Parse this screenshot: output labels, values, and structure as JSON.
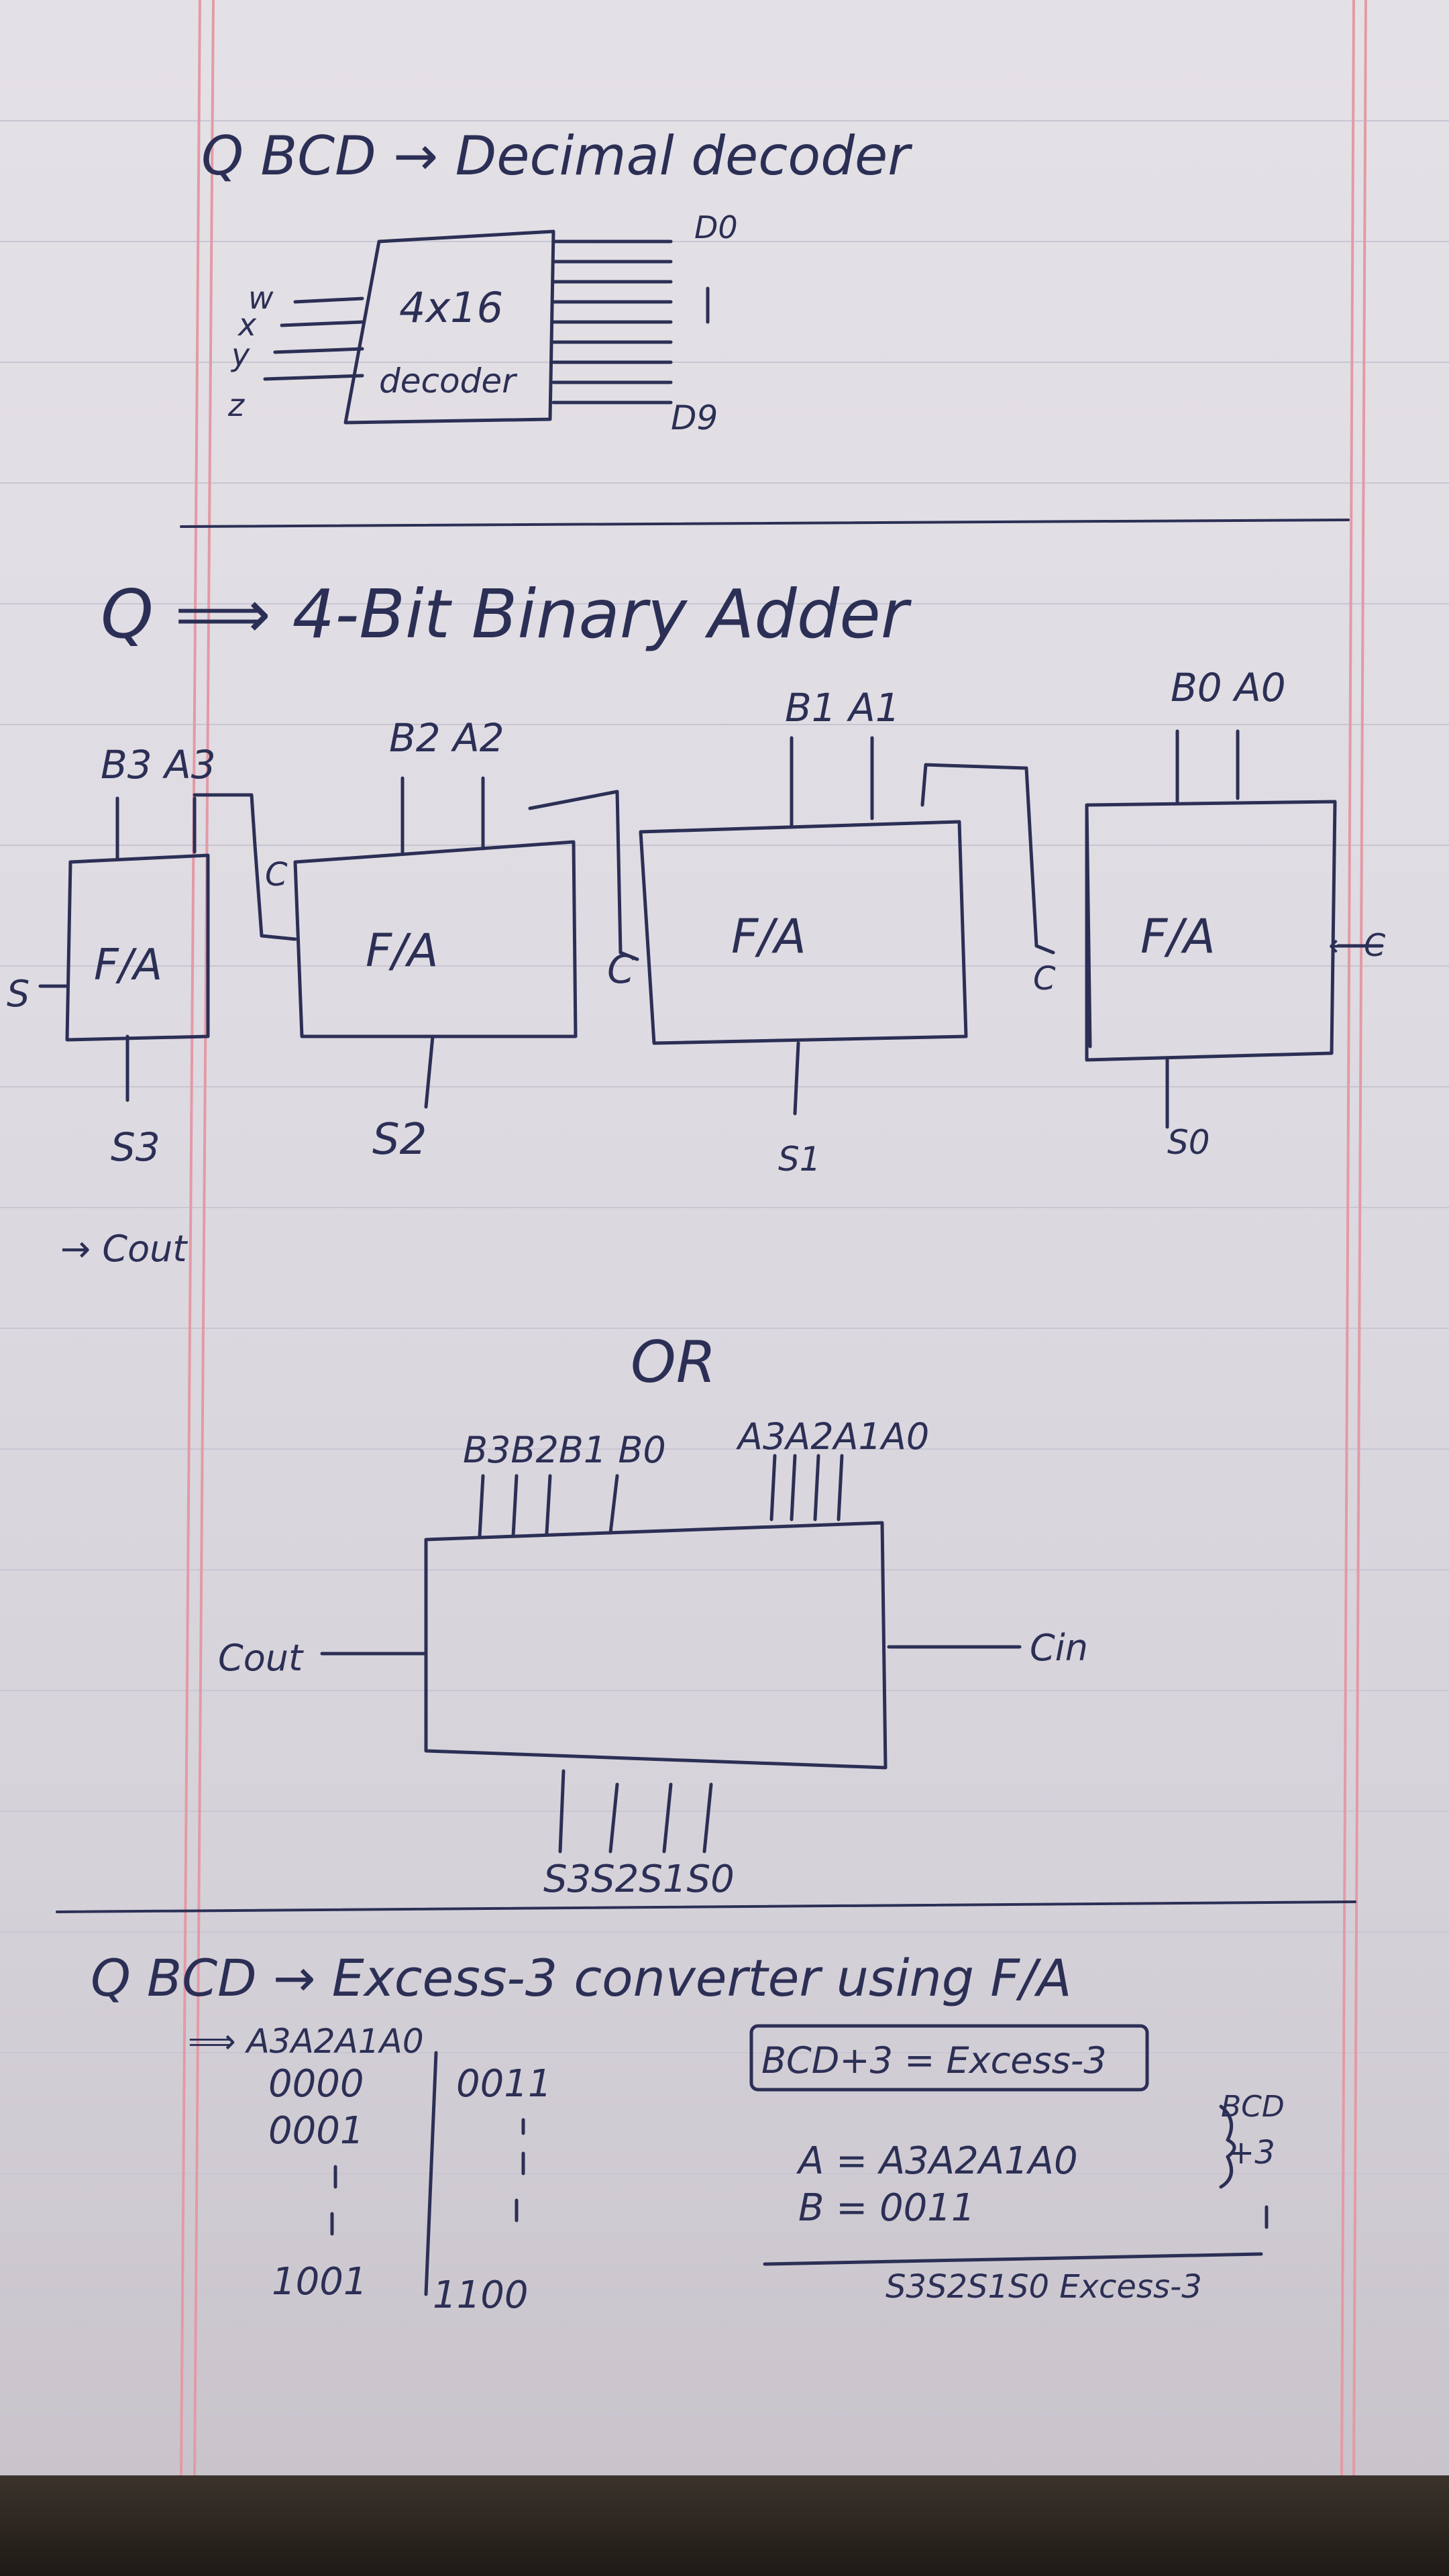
{
  "section1": {
    "question": "Q  BCD → Decimal decoder",
    "inputs": [
      "w",
      "x",
      "y",
      "z"
    ],
    "box_line1": "4x16",
    "box_line2": "decoder",
    "out_top": "D0",
    "out_bottom": "D9"
  },
  "section2": {
    "question": "Q ⟹  4-Bit  Binary  Adder",
    "blocks": [
      {
        "inputs": "B3  A3",
        "label": "F/A",
        "sum": "S3"
      },
      {
        "inputs": "B2  A2",
        "label": "F/A",
        "sum": "S2"
      },
      {
        "inputs": "B1  A1",
        "label": "F/A",
        "sum": "S1"
      },
      {
        "inputs": "B0  A0",
        "label": "F/A",
        "sum": "S0"
      }
    ],
    "carry_labels": [
      "C",
      "C",
      "C"
    ],
    "cin_label": "← C",
    "cout_left": "S",
    "cout_note": "→ Cout",
    "or_text": "OR",
    "b_bus": "B3B2B1 B0",
    "a_bus": "A3A2A1A0",
    "cout_label": "Cout",
    "cin_label2": "Cin",
    "s_bus": "S3S2S1S0"
  },
  "section3": {
    "question": "Q  BCD → Excess-3  converter using F/A",
    "header": "⟹ A3A2A1A0",
    "row_first_left": "0000",
    "row_first_right": "0011",
    "row_second_left": "0001",
    "row_last_left": "1001",
    "row_last_right": "1100",
    "boxed": "BCD+3 = Excess-3",
    "line_a": "A = A3A2A1A0",
    "line_b": "B = 0011",
    "brace_top": "BCD",
    "brace_bottom": "+3",
    "result": "S3S2S1S0  Excess-3"
  }
}
